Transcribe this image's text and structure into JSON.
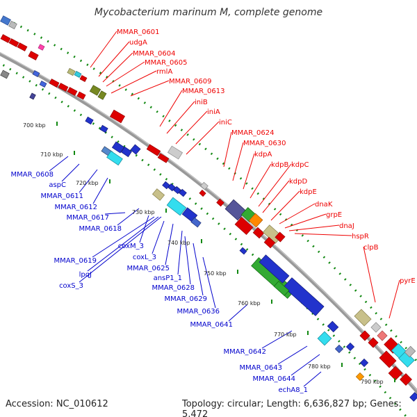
{
  "title": "Mycobacterium marinum M, complete genome",
  "accession_text": "Accession: NC_010612",
  "topology_text": "Topology: circular; Length: 6,636,827 bp; Genes: 5,472",
  "colors": {
    "forward_label": "#ee0000",
    "reverse_label": "#0000cc",
    "backbone": "#888888",
    "tick": "#118811"
  },
  "kbp_ticks": [
    "700 kbp",
    "710 kbp",
    "720 kbp",
    "730 kbp",
    "740 kbp",
    "750 kbp",
    "760 kbp",
    "770 kbp",
    "780 kbp",
    "790 kbp"
  ],
  "forward_genes": [
    "MMAR_0601",
    "udgA",
    "MMAR_0604",
    "MMAR_0605",
    "rmlA",
    "MMAR_0609",
    "MMAR_0613",
    "iniB",
    "iniA",
    "iniC",
    "MMAR_0624",
    "MMAR_0630",
    "kdpA",
    "kdpB",
    "kdpC",
    "kdpD",
    "kdpE",
    "dnaK",
    "grpE",
    "dnaJ",
    "hspR",
    "clpB",
    "pyrE"
  ],
  "reverse_genes": [
    "MMAR_0608",
    "aspC",
    "MMAR_0611",
    "MMAR_0612",
    "MMAR_0617",
    "MMAR_0618",
    "coxM_3",
    "MMAR_0619",
    "coxL_3",
    "lpqJ",
    "MMAR_0625",
    "coxS_3",
    "ansP1_1",
    "MMAR_0628",
    "MMAR_0629",
    "MMAR_0636",
    "MMAR_0641",
    "MMAR_0642",
    "MMAR_0643",
    "MMAR_0644",
    "echA8_1"
  ]
}
